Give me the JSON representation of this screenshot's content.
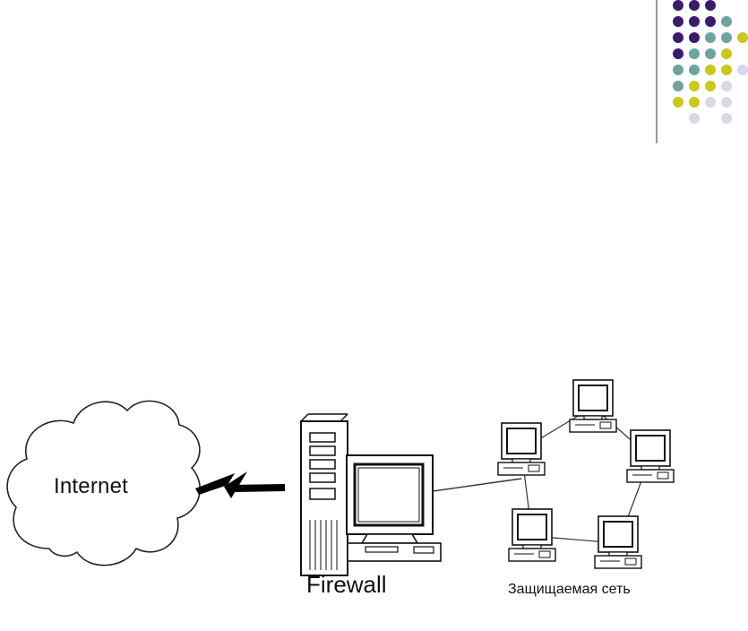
{
  "labels": {
    "internet": "Internet",
    "firewall": "Firewall",
    "protected_network": "Защищаемая сеть"
  },
  "colors": {
    "dot_dark": "#3b1a6e",
    "dot_teal": "#6fa3a3",
    "dot_yellow": "#c8c81e",
    "dot_light": "#d8d8ea",
    "line": "#333333"
  },
  "icons": {
    "cloud": "internet-cloud-icon",
    "link": "lightning-link-icon",
    "firewall": "firewall-computer-icon",
    "workstation": "workstation-icon",
    "decoration": "dot-grid-decoration"
  },
  "network": {
    "workstation_count": 5
  }
}
